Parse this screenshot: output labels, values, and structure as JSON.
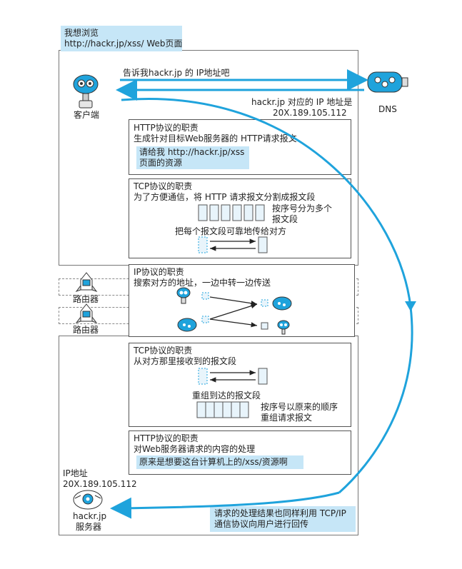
{
  "top_note": {
    "line1": "我想浏览",
    "line2": "http://hackr.jp/xss/ Web页面"
  },
  "client": {
    "label": "客户端"
  },
  "dns": {
    "label": "DNS",
    "request": "告诉我hackr.jp 的 IP地址吧",
    "reply_line1": "hackr.jp 对应的 IP 地址是",
    "reply_line2": "20X.189.105.112"
  },
  "http_client": {
    "title": "HTTP协议的职责",
    "desc": "生成针对目标Web服务器的 HTTP请求报文",
    "note_line1": "请给我 http://hackr.jp/xss",
    "note_line2": "页面的资源"
  },
  "tcp_client": {
    "title": "TCP协议的职责",
    "desc": "为了方便通信，将 HTTP 请求报文分割成报文段",
    "seg_note_line1": "按序号分为多个",
    "seg_note_line2": "报文段",
    "transfer": "把每个报文段可靠地传给对方"
  },
  "ip": {
    "title": "IP协议的职责",
    "desc": "搜索对方的地址，一边中转一边传送"
  },
  "routers": [
    {
      "label": "路由器"
    },
    {
      "label": "路由器"
    }
  ],
  "tcp_server": {
    "title": "TCP协议的职责",
    "desc": "从对方那里接收到的报文段",
    "reassemble": "重组到达的报文段",
    "order_line1": "按序号以原来的顺序",
    "order_line2": "重组请求报文"
  },
  "http_server": {
    "title": "HTTP协议的职责",
    "desc": "对Web服务器请求的内容的处理",
    "note": "原来是想要这台计算机上的/xss/资源啊"
  },
  "server": {
    "ip_label": "IP地址",
    "ip_value": "20X.189.105.112",
    "name_line1": "hackr.jp",
    "name_line2": "服务器"
  },
  "bottom_note": {
    "line1": "请求的处理结果也同样利用 TCP/IP",
    "line2": "通信协议向用户进行回传"
  },
  "colors": {
    "arrow": "#1fa3dc",
    "note_bg": "#c6e6f7",
    "icon": "#1fa3dc"
  }
}
